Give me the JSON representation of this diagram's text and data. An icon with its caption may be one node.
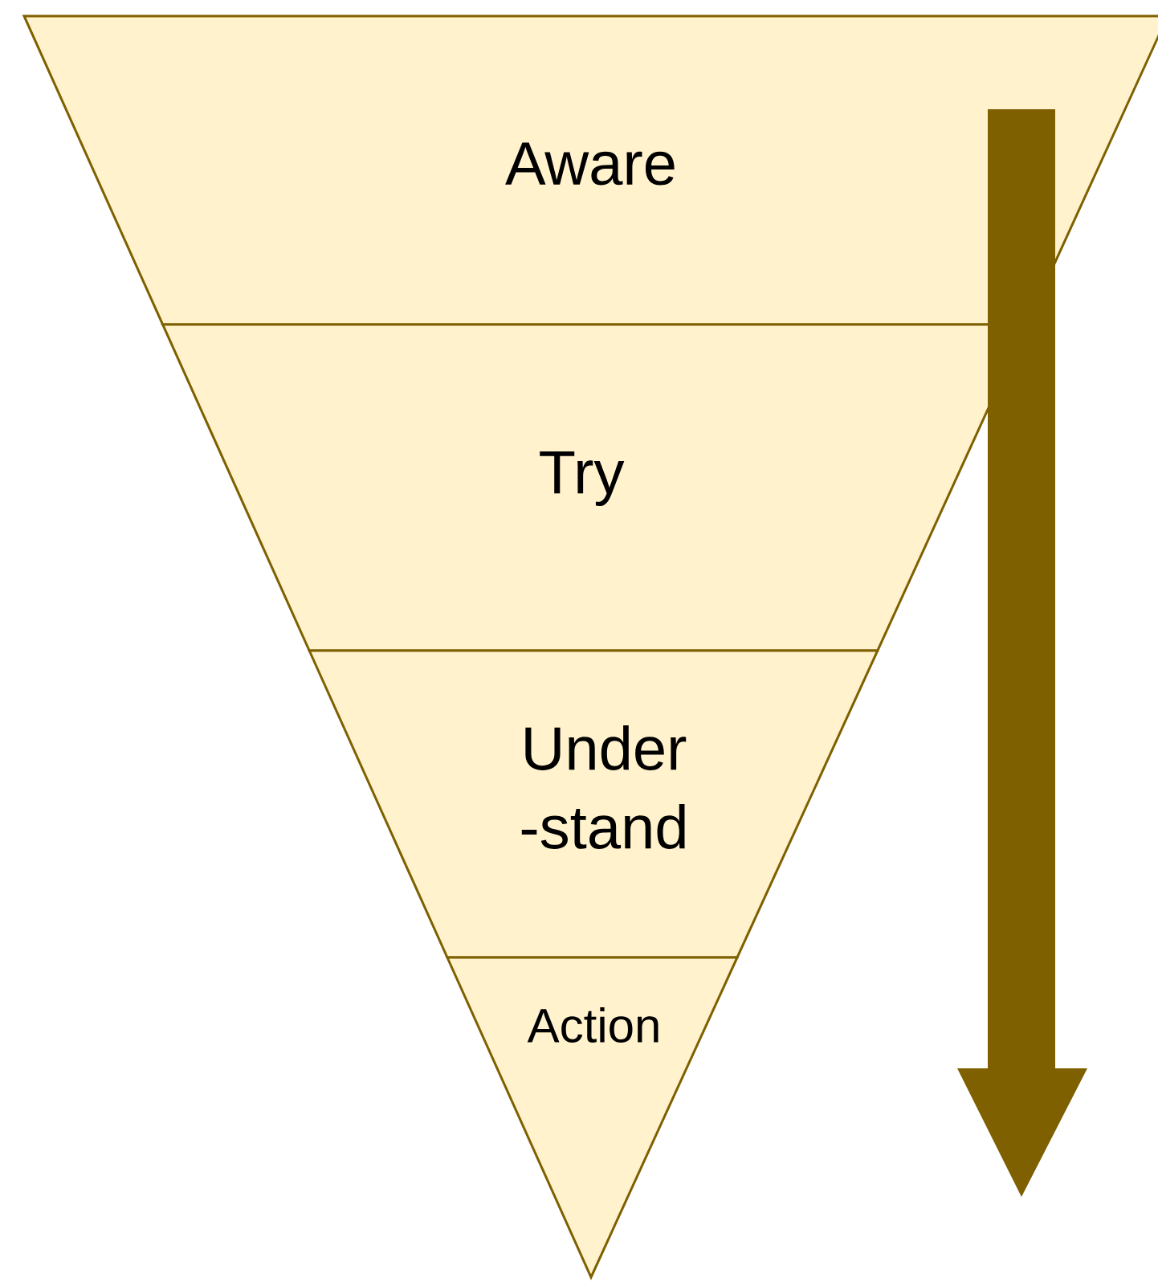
{
  "diagram": {
    "nodes": [
      {
        "text": [
          "Aware"
        ]
      },
      {
        "text": [
          "Try"
        ]
      },
      {
        "text": [
          "Under -stand"
        ]
      },
      {
        "text": [
          "Action"
        ]
      }
    ]
  }
}
